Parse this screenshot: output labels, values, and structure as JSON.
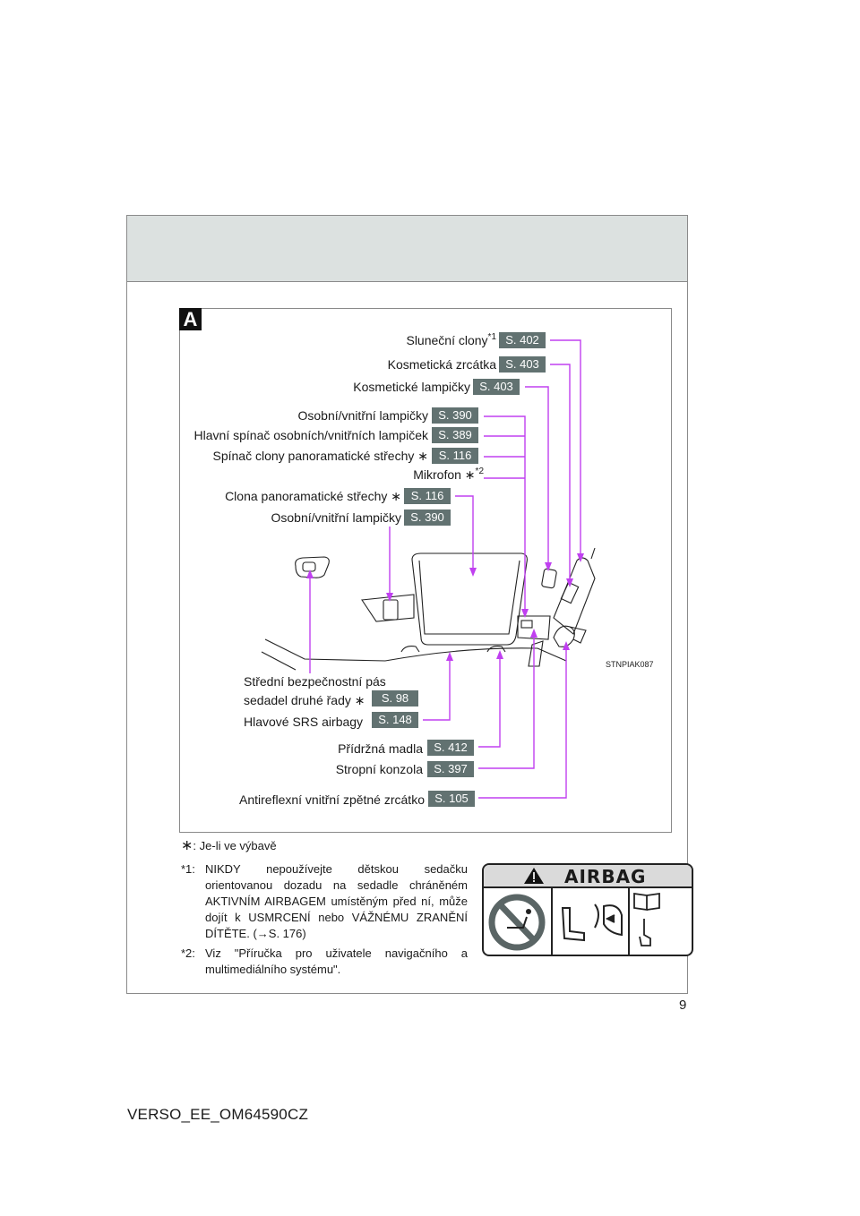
{
  "figure": {
    "letter": "A",
    "image_code": "STNPIAK087",
    "callouts": [
      {
        "id": "sun-visors",
        "label": "Sluneční clony",
        "mark": "*1",
        "page": "S. 402"
      },
      {
        "id": "vanity-mirrors",
        "label": "Kosmetická zrcátka",
        "page": "S. 403"
      },
      {
        "id": "vanity-lights",
        "label": "Kosmetické lampičky",
        "page": "S. 403"
      },
      {
        "id": "personal-lights-front",
        "label": "Osobní/vnitřní lampičky",
        "page": "S. 390"
      },
      {
        "id": "main-light-switch",
        "label": "Hlavní spínač osobních/vnitřních lampiček",
        "page": "S. 389"
      },
      {
        "id": "roof-shade-switch",
        "label": "Spínač clony panoramatické střechy ∗",
        "page": "S. 116"
      },
      {
        "id": "microphone",
        "label": "Mikrofon ∗",
        "mark": "*2",
        "page": ""
      },
      {
        "id": "roof-shade",
        "label": "Clona panoramatické střechy ∗",
        "page": "S. 116"
      },
      {
        "id": "personal-lights-rear",
        "label": "Osobní/vnitřní lampičky",
        "page": "S. 390"
      },
      {
        "id": "center-seatbelt",
        "label_line1": "Střední bezpečnostní pás",
        "label": "sedadel druhé řady ∗",
        "page": "S. 98"
      },
      {
        "id": "curtain-airbags",
        "label": "Hlavové SRS airbagy",
        "page": "S. 148"
      },
      {
        "id": "assist-grips",
        "label": "Přídržná madla",
        "page": "S. 412"
      },
      {
        "id": "overhead-console",
        "label": "Stropní konzola",
        "page": "S. 397"
      },
      {
        "id": "auto-dim-mirror",
        "label": "Antireflexní vnitřní zpětné zrcátko",
        "page": "S. 105"
      }
    ]
  },
  "notes": {
    "asterisk": {
      "mark": "∗",
      "text": ": Je-li ve výbavě"
    },
    "note1": {
      "mark": "*1:",
      "text": "NIKDY nepoužívejte dětskou sedačku orientovanou dozadu na sedadle chráněném AKTIVNÍM AIRBAGEM umístěným před ní, může dojít k USMRCENÍ nebo VÁŽNÉMU ZRANĚNÍ DÍTĚTE. (→S. 176)"
    },
    "note2": {
      "mark": "*2:",
      "text": "Viz \"Příručka pro uživatele navigačního a multimediálního systému\"."
    }
  },
  "airbag_label": {
    "title": "AIRBAG"
  },
  "footer": {
    "page_number": "9",
    "doc_id": "VERSO_EE_OM64590CZ"
  },
  "colors": {
    "leader": "#c040f0",
    "badge": "#627271",
    "header_band": "#dce1e0"
  }
}
